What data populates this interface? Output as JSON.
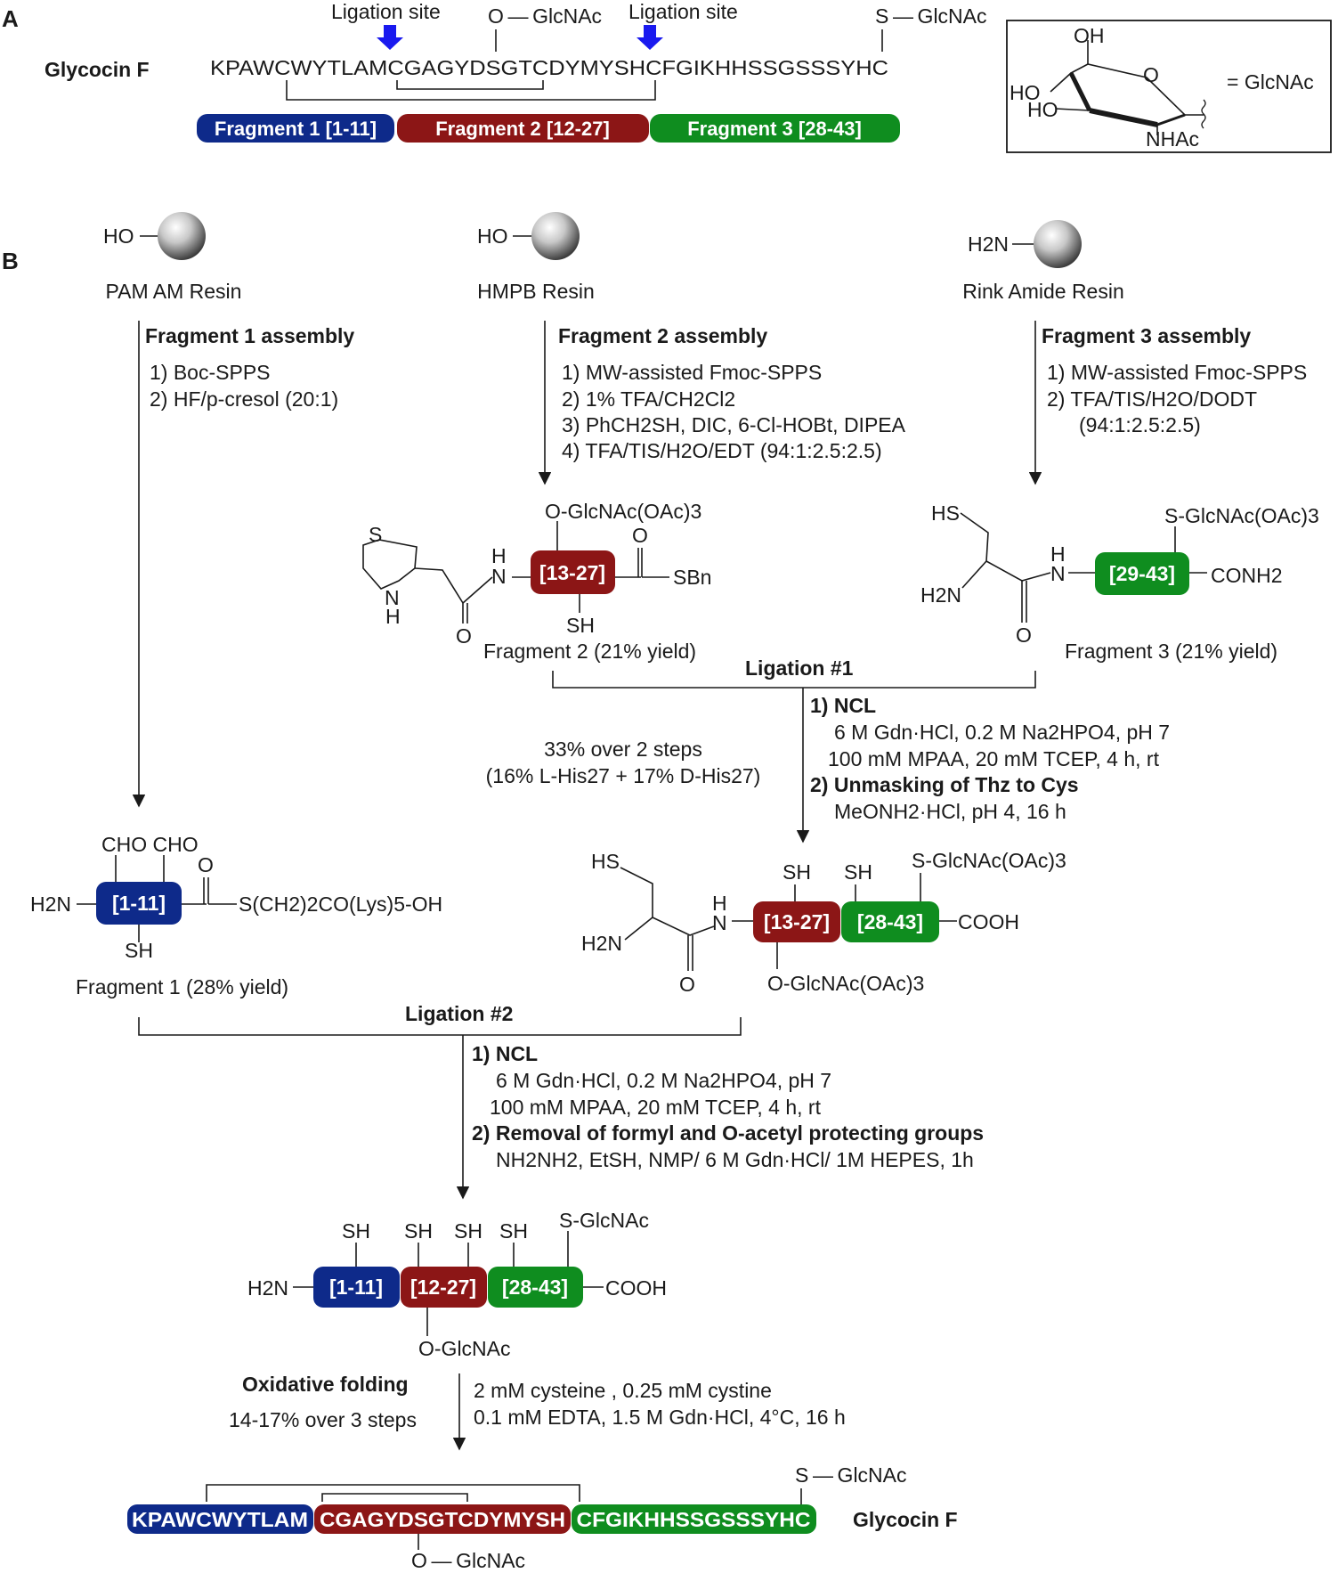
{
  "colors": {
    "blue": "#0e2a8a",
    "red": "#8c1616",
    "green": "#0f8d1f",
    "arrow": "#1a1aef"
  },
  "panelA": {
    "label": "A",
    "name": "Glycocin F",
    "ligation_site_1": "Ligation site",
    "ligation_site_2": "Ligation site",
    "o_glcnac": "O — GlcNAc",
    "s_glcnac": "S — GlcNAc",
    "sequence": "KPAWCWYTLAMCGAGYDSGTCDYMYSHCFGIKHHSSGSSSYHC",
    "fragments": [
      {
        "label": "Fragment 1 [1-11]"
      },
      {
        "label": "Fragment 2 [12-27]"
      },
      {
        "label": "Fragment 3 [28-43]"
      }
    ],
    "sugar": {
      "oh": "OH",
      "o": "O",
      "ho1": "HO",
      "ho2": "HO",
      "nhac": "NHAc",
      "equals": "= GlcNAc"
    }
  },
  "panelB": {
    "label": "B",
    "resins": [
      {
        "group": "HO",
        "name": "PAM AM Resin"
      },
      {
        "group": "HO",
        "name": "HMPB Resin"
      },
      {
        "group": "H2N",
        "name": "Rink Amide Resin"
      }
    ],
    "frag1_assembly": {
      "title": "Fragment 1 assembly",
      "step1": "1) Boc-SPPS",
      "step2": "2) HF/p-cresol (20:1)"
    },
    "frag2_assembly": {
      "title": "Fragment 2 assembly",
      "steps": [
        "1) MW-assisted Fmoc-SPPS",
        "2) 1% TFA/CH2Cl2",
        "3) PhCH2SH, DIC, 6-Cl-HOBt, DIPEA",
        "4) TFA/TIS/H2O/EDT (94:1:2.5:2.5)"
      ]
    },
    "frag3_assembly": {
      "title": "Fragment 3 assembly",
      "steps": [
        "1) MW-assisted Fmoc-SPPS",
        "2) TFA/TIS/H2O/DODT",
        "(94:1:2.5:2.5)"
      ]
    },
    "frag2": {
      "box": "[13-27]",
      "top": "O-GlcNAc(OAc)3",
      "sh": "SH",
      "sbn": "SBn",
      "yield": "Fragment 2 (21% yield)",
      "s": "S",
      "n": "N",
      "h": "H",
      "o": "O"
    },
    "frag3": {
      "box": "[29-43]",
      "top": "S-GlcNAc(OAc)3",
      "hs": "HS",
      "h2n": "H2N",
      "conh2": "CONH2",
      "yield": "Fragment 3 (21% yield)",
      "o": "O"
    },
    "ligation1": {
      "title": "Ligation #1",
      "ncl": "1) NCL",
      "cond1": "6 M Gdn·HCl, 0.2 M Na2HPO4, pH 7",
      "cond2": "100 mM MPAA, 20 mM TCEP, 4 h, rt",
      "unmask": "2) Unmasking of Thz to Cys",
      "cond3": "MeONH2·HCl, pH 4, 16 h",
      "yield1": "33% over 2 steps",
      "yield2": "(16% L-His27 + 17% D-His27)"
    },
    "frag1": {
      "box": "[1-11]",
      "cho": "CHO CHO",
      "o": "O",
      "h2n": "H2N",
      "sh": "SH",
      "tail": "S(CH2)2CO(Lys)5-OH",
      "yield": "Fragment 1 (28% yield)"
    },
    "lig1_product": {
      "box1": "[13-27]",
      "box2": "[28-43]",
      "hs": "HS",
      "h2n": "H2N",
      "sh1": "SH",
      "sh2": "SH",
      "top": "S-GlcNAc(OAc)3",
      "bottom": "O-GlcNAc(OAc)3",
      "cooh": "COOH",
      "o": "O"
    },
    "ligation2": {
      "title": "Ligation #2",
      "ncl": "1) NCL",
      "cond1": "6 M Gdn·HCl, 0.2 M Na2HPO4, pH 7",
      "cond2": "100 mM MPAA, 20 mM TCEP, 4 h, rt",
      "removal": "2) Removal of formyl and O-acetyl protecting groups",
      "cond3": "NH2NH2, EtSH, NMP/ 6 M Gdn·HCl/ 1M HEPES, 1h"
    },
    "lig2_product": {
      "box1": "[1-11]",
      "box2": "[12-27]",
      "box3": "[28-43]",
      "sh": "SH",
      "top": "S-GlcNAc",
      "bottom": "O-GlcNAc",
      "cooh": "COOH",
      "h2n": "H2N"
    },
    "folding": {
      "title": "Oxidative folding",
      "yield": "14-17% over 3 steps",
      "cond1": "2 mM cysteine , 0.25 mM cystine",
      "cond2": "0.1 mM EDTA, 1.5 M Gdn·HCl, 4°C, 16 h"
    },
    "final": {
      "seg1": "KPAWCWYTLAM",
      "seg2": "CGAGYDSGTCDYMYSH",
      "seg3": "CFGIKHHSSGSSSYHC",
      "name": "Glycocin F",
      "s_glcnac": "S — GlcNAc",
      "o_glcnac": "O — GlcNAc"
    }
  }
}
